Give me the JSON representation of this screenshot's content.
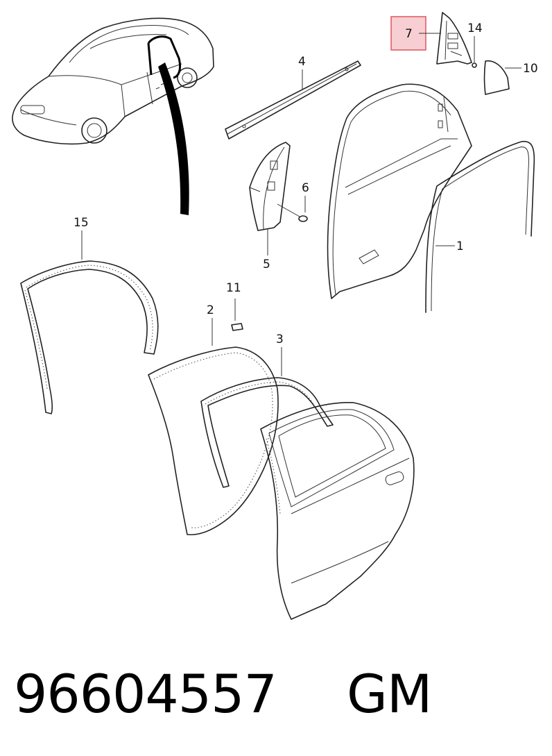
{
  "callouts": {
    "c1": "1",
    "c2": "2",
    "c3": "3",
    "c4": "4",
    "c5": "5",
    "c6": "6",
    "c7": "7",
    "c10": "10",
    "c11": "11",
    "c14": "14",
    "c15": "15"
  },
  "highlight": {
    "label": "7",
    "fill": "#f7cfd3",
    "stroke": "#e0545f"
  },
  "footer": {
    "part_number": "96604557",
    "brand": "GM"
  }
}
